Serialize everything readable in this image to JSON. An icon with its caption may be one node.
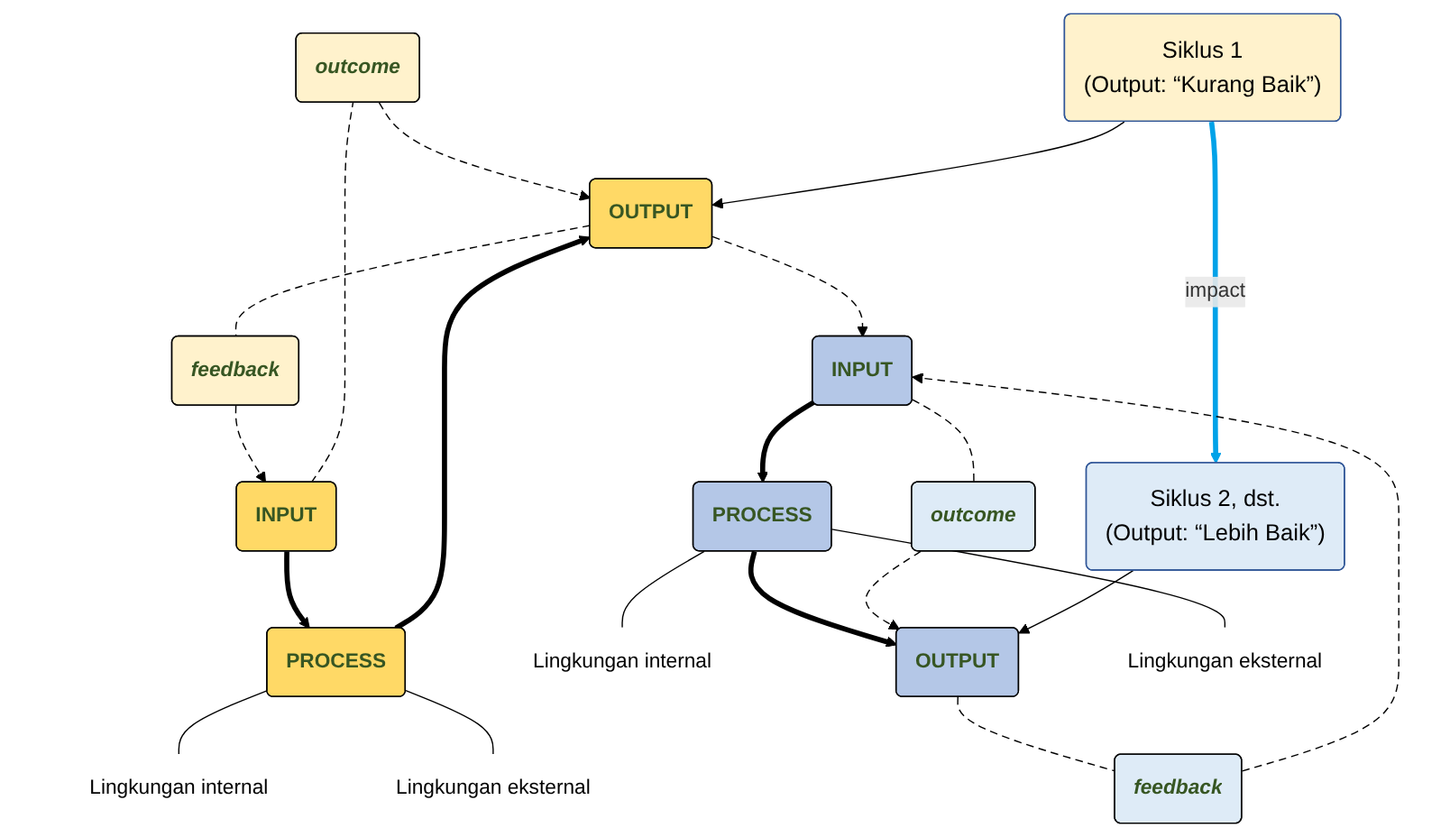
{
  "diagram": {
    "nodes": [
      {
        "text": [
          "outcome"
        ]
      },
      {
        "text": [
          "Lingkungan internal"
        ]
      },
      {
        "text": [
          "INPUT"
        ]
      },
      {
        "text": [
          "PROCESS"
        ]
      },
      {
        "text": [
          "OUTPUT"
        ]
      },
      {
        "text": [
          "Siklus 1",
          "(Output: “Kurang Baik”)"
        ]
      },
      {
        "text": [
          "Lingkungan eksternal"
        ]
      },
      {
        "text": [
          "feedback"
        ]
      },
      {
        "text": [
          "outcome"
        ]
      },
      {
        "text": [
          "Lingkungan internal"
        ]
      },
      {
        "text": [
          "INPUT"
        ]
      },
      {
        "text": [
          "PROCESS"
        ]
      },
      {
        "text": [
          "OUTPUT"
        ]
      },
      {
        "text": [
          "Siklus 2, dst.",
          "(Output: “Lebih Baik”)"
        ]
      },
      {
        "text": [
          "Lingkungan eksternal"
        ]
      },
      {
        "text": [
          "feedback"
        ]
      }
    ],
    "edges": [
      {
        "from": 2,
        "to": 3,
        "arrow": "to",
        "style": "thick"
      },
      {
        "from": 3,
        "to": 4,
        "arrow": "to",
        "style": "thick"
      },
      {
        "from": 2,
        "to": 0,
        "arrow": "none",
        "style": "dashed"
      },
      {
        "from": 0,
        "to": 4,
        "arrow": "to",
        "style": "dashed"
      },
      {
        "from": 4,
        "to": 7,
        "arrow": "none",
        "style": "dashed"
      },
      {
        "from": 7,
        "to": 2,
        "arrow": "to",
        "style": "dashed"
      },
      {
        "from": 3,
        "to": 1,
        "arrow": "none"
      },
      {
        "from": 3,
        "to": 6,
        "arrow": "none"
      },
      {
        "from": 5,
        "to": 4,
        "arrow": "to"
      },
      {
        "from": 4,
        "to": 10,
        "arrow": "to",
        "style": "dashed"
      },
      {
        "from": 5,
        "to": 13,
        "arrow": "to",
        "label": "impact",
        "style": "thick",
        "color": "#00a2e8"
      },
      {
        "from": 10,
        "to": 11,
        "arrow": "to",
        "style": "thick"
      },
      {
        "from": 11,
        "to": 12,
        "arrow": "to",
        "style": "thick"
      },
      {
        "from": 10,
        "to": 8,
        "arrow": "none",
        "style": "dashed"
      },
      {
        "from": 8,
        "to": 12,
        "arrow": "to",
        "style": "dashed"
      },
      {
        "from": 12,
        "to": 15,
        "arrow": "none",
        "style": "dashed"
      },
      {
        "from": 15,
        "to": 10,
        "arrow": "to",
        "style": "dashed"
      },
      {
        "from": 11,
        "to": 9,
        "arrow": "none"
      },
      {
        "from": 11,
        "to": 14,
        "arrow": "none"
      },
      {
        "from": 13,
        "to": 12,
        "arrow": "to"
      }
    ]
  }
}
